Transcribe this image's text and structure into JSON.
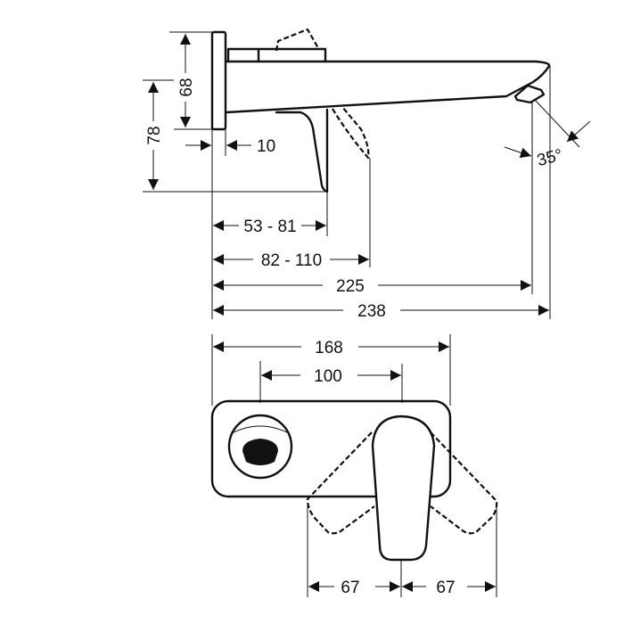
{
  "side_view": {
    "dim_plate_height": "68",
    "dim_total_height": "78",
    "dim_plate_depth": "10",
    "dim_lever_range_1": "53 - 81",
    "dim_lever_range_2": "82 - 110",
    "dim_outlet": "225",
    "dim_total_length": "238",
    "dim_angle": "35°"
  },
  "front_view": {
    "dim_plate_width": "168",
    "dim_centers": "100",
    "dim_swing_left": "67",
    "dim_swing_right": "67"
  }
}
